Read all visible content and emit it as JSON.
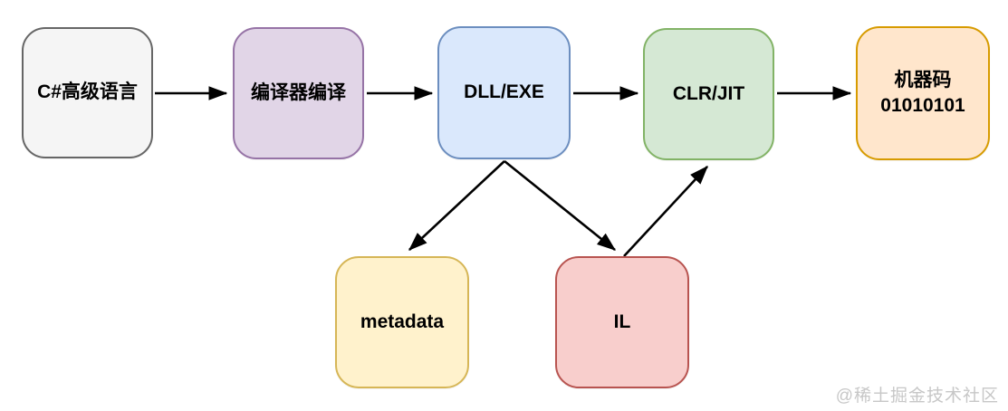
{
  "diagram": {
    "type": "flowchart",
    "arrow_color": "#000000",
    "background": "#ffffff",
    "nodes": {
      "csharp": {
        "label": "C#高级语言",
        "fill": "#f5f5f5",
        "border": "#666666"
      },
      "compiler": {
        "label": "编译器编译",
        "fill": "#e1d5e7",
        "border": "#9673a6"
      },
      "dllexe": {
        "label": "DLL/EXE",
        "fill": "#dae8fc",
        "border": "#6c8ebf"
      },
      "clrjit": {
        "label": "CLR/JIT",
        "fill": "#d5e8d4",
        "border": "#82b366"
      },
      "machine_code": {
        "label_line1": "机器码",
        "label_line2": "01010101",
        "fill": "#ffe6cc",
        "border": "#d79b00"
      },
      "metadata": {
        "label": "metadata",
        "fill": "#fff2cc",
        "border": "#d6b656"
      },
      "il": {
        "label": "IL",
        "fill": "#f8cecc",
        "border": "#b85450"
      }
    },
    "edges": [
      {
        "from": "csharp",
        "to": "compiler"
      },
      {
        "from": "compiler",
        "to": "dllexe"
      },
      {
        "from": "dllexe",
        "to": "clrjit"
      },
      {
        "from": "clrjit",
        "to": "machine_code"
      },
      {
        "from": "dllexe",
        "to": "metadata"
      },
      {
        "from": "dllexe",
        "to": "il"
      },
      {
        "from": "il",
        "to": "clrjit"
      }
    ]
  },
  "watermark": {
    "text": "@稀土掘金技术社区",
    "color": "#c7c7c7"
  }
}
